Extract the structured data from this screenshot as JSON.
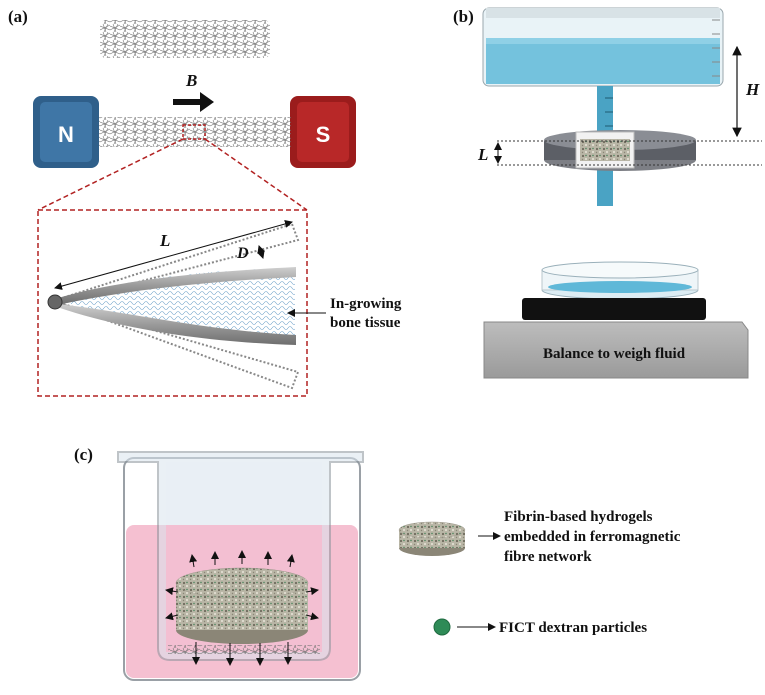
{
  "panels": {
    "a": {
      "label": "(a)",
      "field_symbol": "B",
      "north": "N",
      "south": "S",
      "length_symbol": "L",
      "diameter_symbol": "D",
      "tissue_label_line1": "In-growing",
      "tissue_label_line2": "bone tissue"
    },
    "b": {
      "label": "(b)",
      "height_symbol": "H",
      "length_symbol": "L",
      "balance_label": "Balance to weigh fluid"
    },
    "c": {
      "label": "(c)",
      "legend_hydrogel_line1": "Fibrin-based hydrogels",
      "legend_hydrogel_line2": "embedded in ferromagnetic",
      "legend_hydrogel_line3": "fibre network",
      "legend_particles": "FICT dextran particles"
    }
  },
  "colors": {
    "north_magnet": "#2f5f8a",
    "south_magnet": "#9b1c1c",
    "zoom_box": "#b22222",
    "fluid": "#5fb8d8",
    "medium": "#f4b9cc",
    "particle": "#2e8b57"
  }
}
